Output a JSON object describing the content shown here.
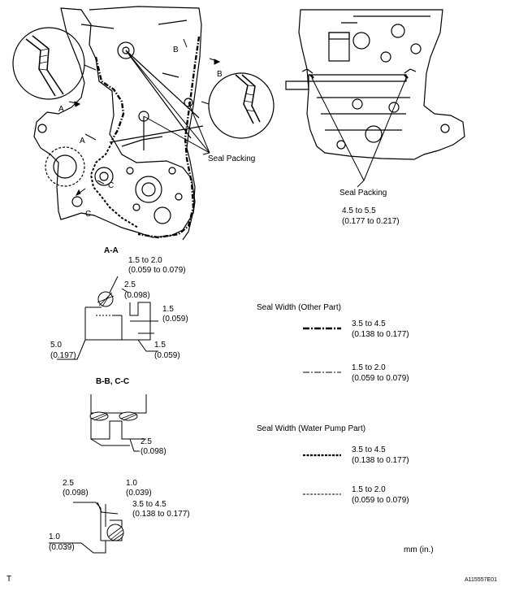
{
  "callouts": {
    "b_top": "B",
    "b_right": "B",
    "a_upper": "A",
    "a_lower": "A",
    "c_mid": "C",
    "c_lower": "C",
    "seal_packing_left": "Seal Packing",
    "seal_packing_right": "Seal Packing",
    "right_dim": "4.5 to 5.5",
    "right_dim_in": "(0.177 to 0.217)"
  },
  "section_aa": {
    "title": "A-A",
    "top_dim": "1.5 to 2.0",
    "top_dim_in": "(0.059 to 0.079)",
    "bead_dim": "2.5",
    "bead_dim_in": "(0.098)",
    "right_dim1": "1.5",
    "right_dim1_in": "(0.059)",
    "right_dim2": "1.5",
    "right_dim2_in": "(0.059)",
    "left_dim": "5.0",
    "left_dim_in": "(0.197)"
  },
  "section_bbcc": {
    "title": "B-B, C-C",
    "dim": "2.5",
    "dim_in": "(0.098)"
  },
  "section_bottom": {
    "dim_a": "2.5",
    "dim_a_in": "(0.098)",
    "dim_b": "1.0",
    "dim_b_in": "(0.039)",
    "dim_c": "3.5 to 4.5",
    "dim_c_in": "(0.138 to 0.177)",
    "dim_d": "1.0",
    "dim_d_in": "(0.039)"
  },
  "legend_other": {
    "title": "Seal Width (Other Part)",
    "line1": "3.5 to 4.5",
    "line1_in": "(0.138 to 0.177)",
    "line2": "1.5 to 2.0",
    "line2_in": "(0.059 to 0.079)"
  },
  "legend_pump": {
    "title": "Seal Width (Water Pump Part)",
    "line1": "3.5 to 4.5",
    "line1_in": "(0.138 to 0.177)",
    "line2": "1.5 to 2.0",
    "line2_in": "(0.059 to 0.079)"
  },
  "units": "mm (in.)",
  "corner_t": "T",
  "figure_id": "A115557E01"
}
